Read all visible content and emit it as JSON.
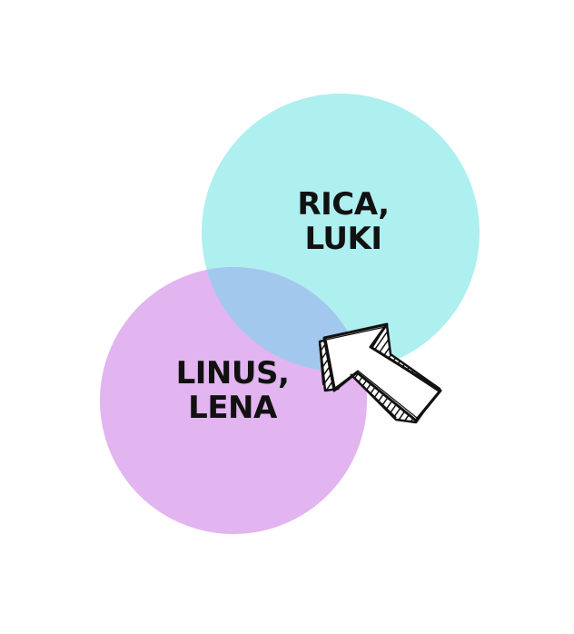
{
  "diagram": {
    "circles": [
      {
        "id": "top",
        "lines": [
          "RICA,",
          "LUKI"
        ],
        "color": "#aeeff0"
      },
      {
        "id": "bottom",
        "lines": [
          "LINUS,",
          "LENA"
        ],
        "color": "#e2b4f0"
      }
    ],
    "overlap_color": "#a3c8ee",
    "arrow_icon": "hand-drawn-arrow-icon"
  }
}
